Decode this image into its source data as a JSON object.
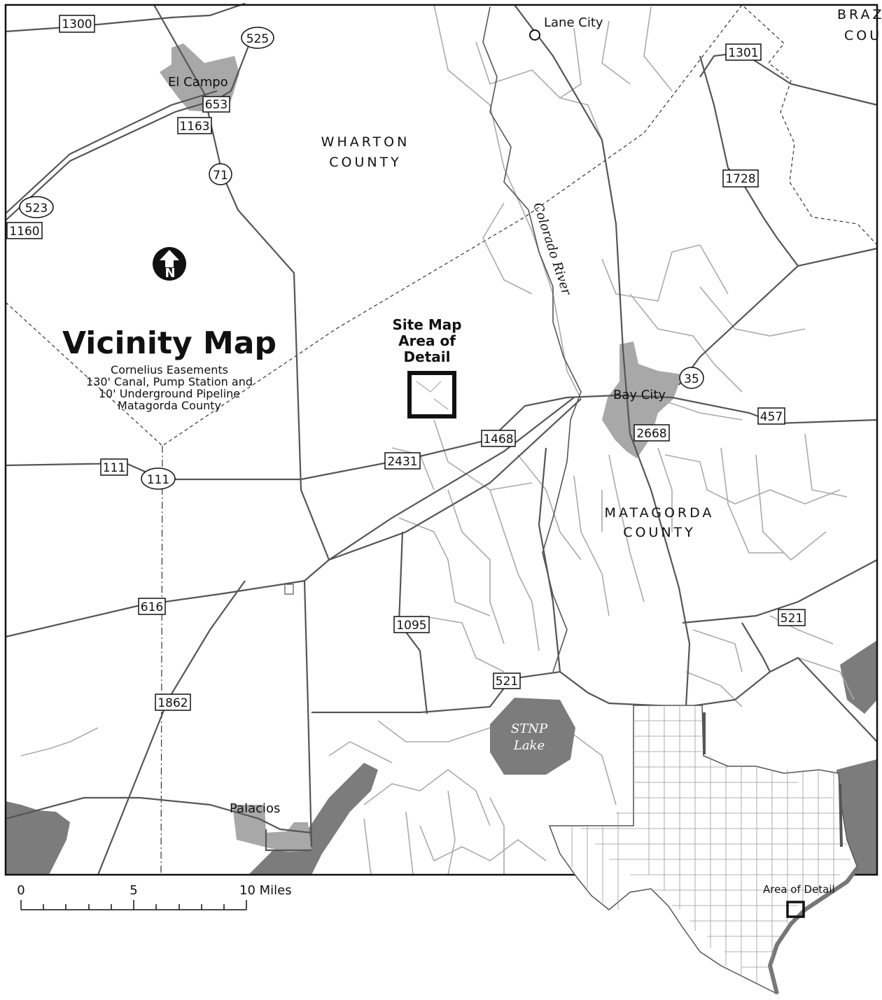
{
  "map": {
    "title": "Vicinity Map",
    "subtitle_lines": [
      "Cornelius Easements",
      "130' Canal, Pump Station and",
      "10' Underground Pipeline",
      "Matagorda County"
    ],
    "site_box_lines": [
      "Site Map",
      "Area of",
      "Detail"
    ],
    "north_label": "N",
    "counties": {
      "wharton": [
        "WHARTON",
        "COUNTY"
      ],
      "matagorda": [
        "MATAGORDA",
        "COUNTY"
      ],
      "brazoria_partial": [
        "BRAZ",
        "COU"
      ]
    },
    "places": {
      "lane_city": "Lane City",
      "el_campo": "El Campo",
      "bay_city": "Bay City",
      "palacios": "Palacios"
    },
    "river": "Colorado River",
    "lake": [
      "STNP",
      "Lake"
    ],
    "shields": {
      "s1300": "1300",
      "s525": "525",
      "s653": "653",
      "s1163": "1163",
      "s71": "71",
      "s523": "523",
      "s1160": "1160",
      "s1301": "1301",
      "s1728": "1728",
      "s35": "35",
      "s457": "457",
      "s2668": "2668",
      "s1468": "1468",
      "s2431": "2431",
      "s111a": "111",
      "s111b": "111",
      "s616": "616",
      "s1095": "1095",
      "s521a": "521",
      "s521b": "521",
      "s1862": "1862"
    },
    "scale_bar": {
      "ticks": [
        "0",
        "5",
        "10 Miles"
      ]
    },
    "inset": {
      "label": "Area of Detail"
    }
  }
}
